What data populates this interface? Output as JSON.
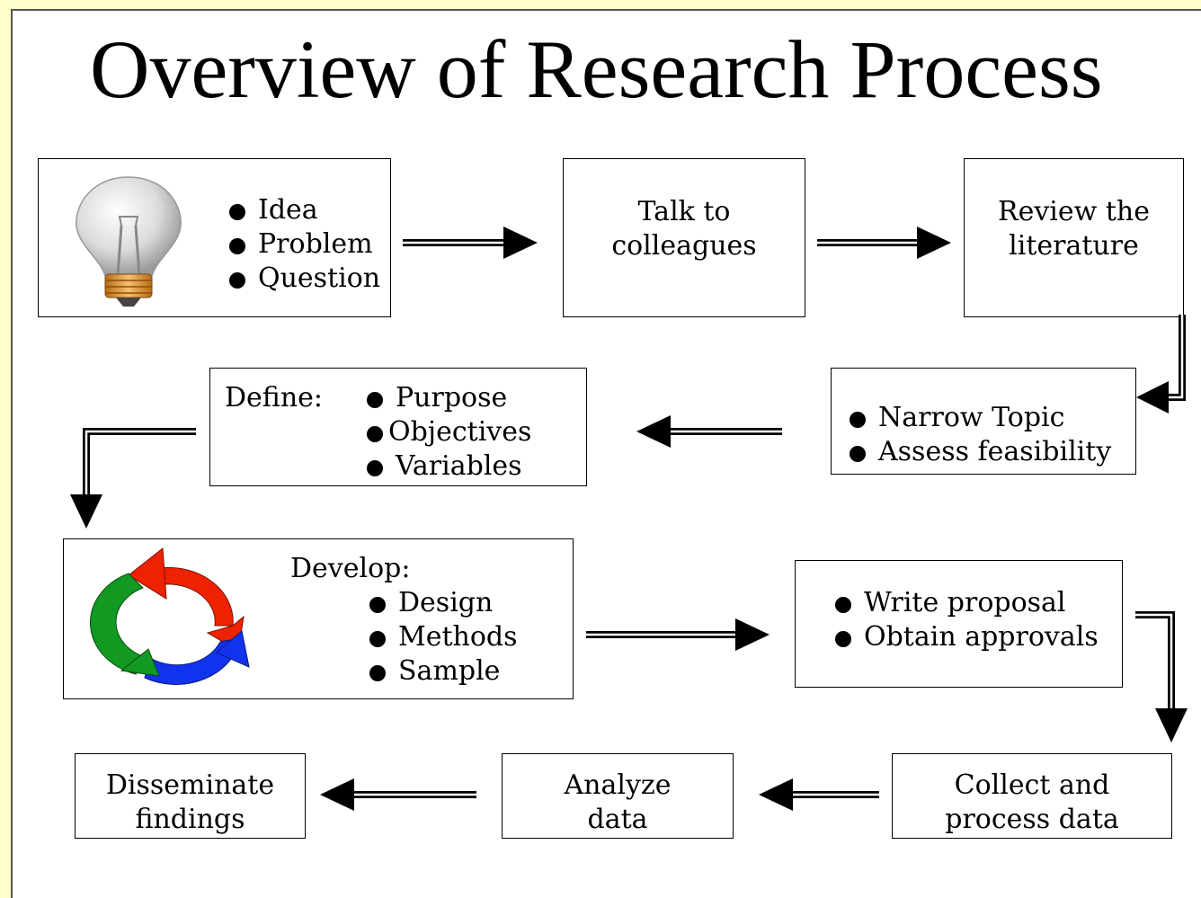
{
  "title": "Overview of Research Process",
  "boxes": {
    "idea": {
      "icon": "lightbulb-icon",
      "items": [
        "Idea",
        "Problem",
        "Question"
      ]
    },
    "talk": {
      "text": [
        "Talk to",
        "colleagues"
      ]
    },
    "review": {
      "text": [
        "Review the",
        "literature"
      ]
    },
    "narrow": {
      "items": [
        "Narrow Topic",
        "Assess feasibility"
      ]
    },
    "define": {
      "label": "Define:",
      "items": [
        "Purpose",
        "Objectives",
        "Variables"
      ]
    },
    "develop": {
      "icon": "cycle-arrows-icon",
      "label": "Develop:",
      "items": [
        "Design",
        "Methods",
        "Sample"
      ]
    },
    "proposal": {
      "items": [
        "Write proposal",
        "Obtain approvals"
      ]
    },
    "collect": {
      "text": [
        "Collect and",
        "process data"
      ]
    },
    "analyze": {
      "text": [
        "Analyze",
        "data"
      ]
    },
    "disseminate": {
      "text": [
        "Disseminate",
        "findings"
      ]
    }
  },
  "colors": {
    "background": "#ffffcc",
    "cycle_red": "#ee2200",
    "cycle_green": "#119922",
    "cycle_blue": "#1133ee",
    "bulb_base": "#f0a040"
  }
}
